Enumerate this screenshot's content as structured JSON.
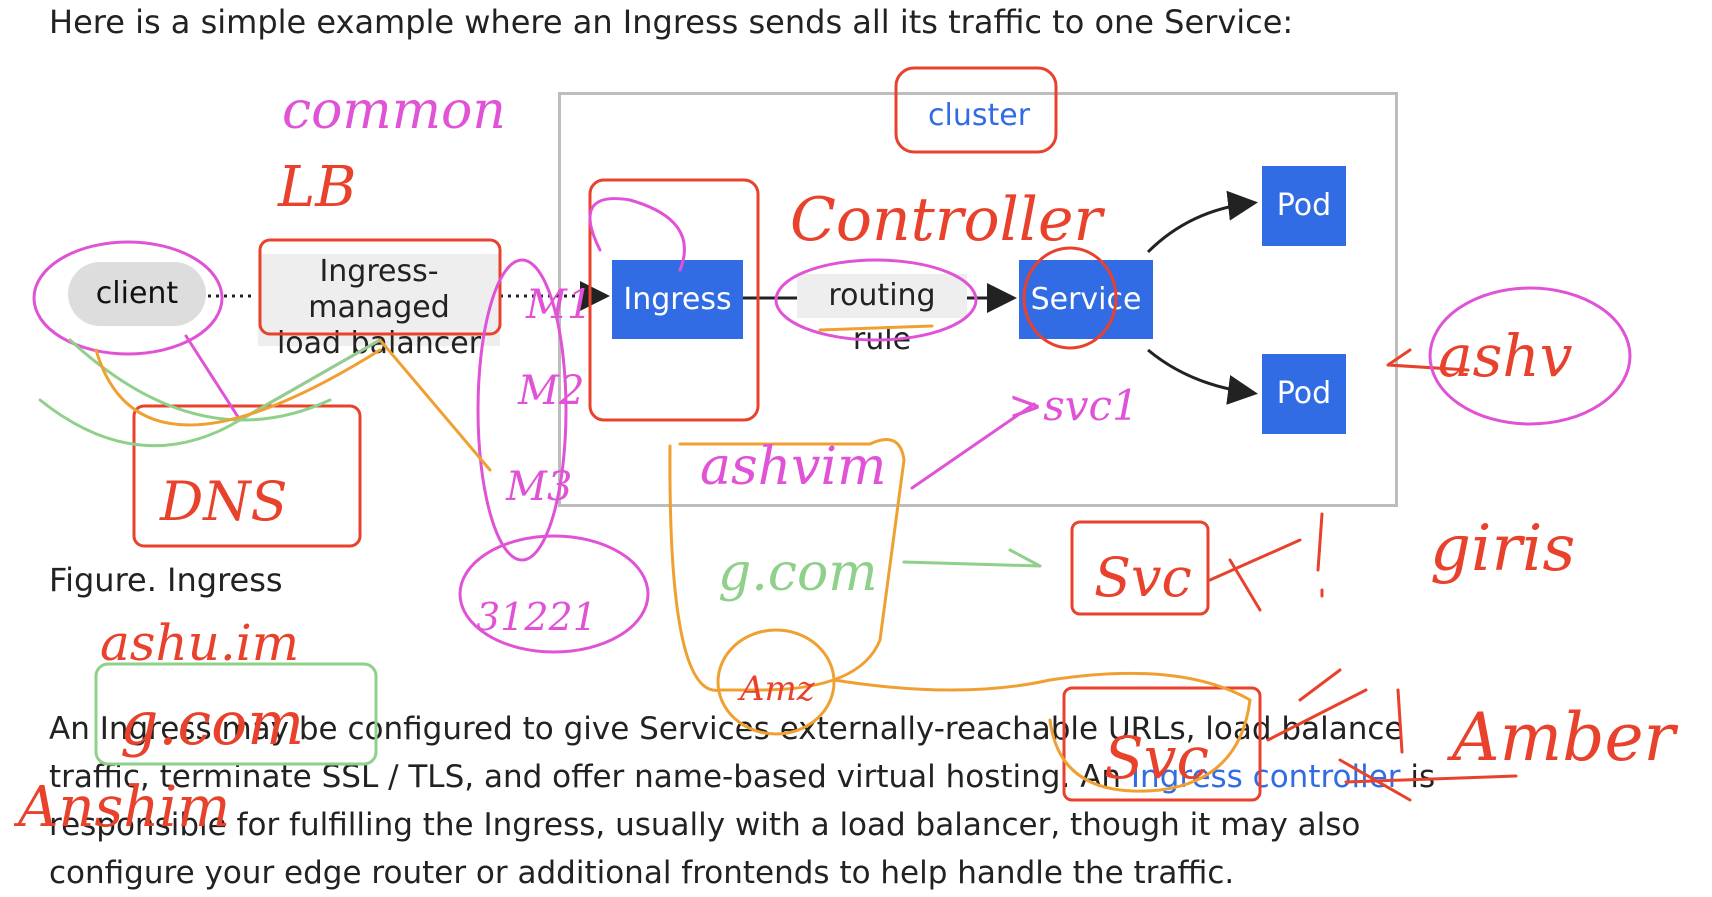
{
  "intro_text": "Here is a simple example where an Ingress sends all its traffic to one Service:",
  "diagram": {
    "cluster_label": "cluster",
    "client_label": "client",
    "lb_line1": "Ingress-managed",
    "lb_line2": "load balancer",
    "ingress_label": "Ingress",
    "rule_label": "routing rule",
    "service_label": "Service",
    "pod1_label": "Pod",
    "pod2_label": "Pod",
    "colors": {
      "node_blue": "#326ce5",
      "box_grey": "#eeeeee",
      "client_grey": "#dddddd",
      "border_grey": "#bdbdbd"
    }
  },
  "figure_caption": "Figure. Ingress",
  "paragraph": {
    "part1": "An Ingress may be configured to give Services externally-reachable URLs, load balance traffic, terminate SSL / TLS, and offer name-based virtual hosting. An ",
    "link_text": "Ingress controller",
    "part2": " is responsible for fulfilling the Ingress, usually with a load balancer, though it may also configure your edge router or additional frontends to help handle the traffic."
  },
  "annotations": {
    "colors": {
      "red": "#e8412c",
      "pink": "#e052d6",
      "green": "#8fd08a",
      "orange": "#f0a030"
    },
    "common_lb": "common",
    "lb_word": "LB",
    "controller": "Controller",
    "dns": "DNS",
    "m1": "M1",
    "m2": "M2",
    "m3": "M3",
    "svc1": ">svc1",
    "ashvim_mid": "ashvim",
    "ashv_right": "ashv",
    "gcom_mid": "g.com",
    "svc_a": "Svc",
    "girls": "giris",
    "num_ip": "31221",
    "ashu_im": "ashu.im",
    "gcom_left": "g.com",
    "anchor_left": "Anshim",
    "amber": "Amber",
    "svc_b": "Svc",
    "amz": "Amz"
  }
}
